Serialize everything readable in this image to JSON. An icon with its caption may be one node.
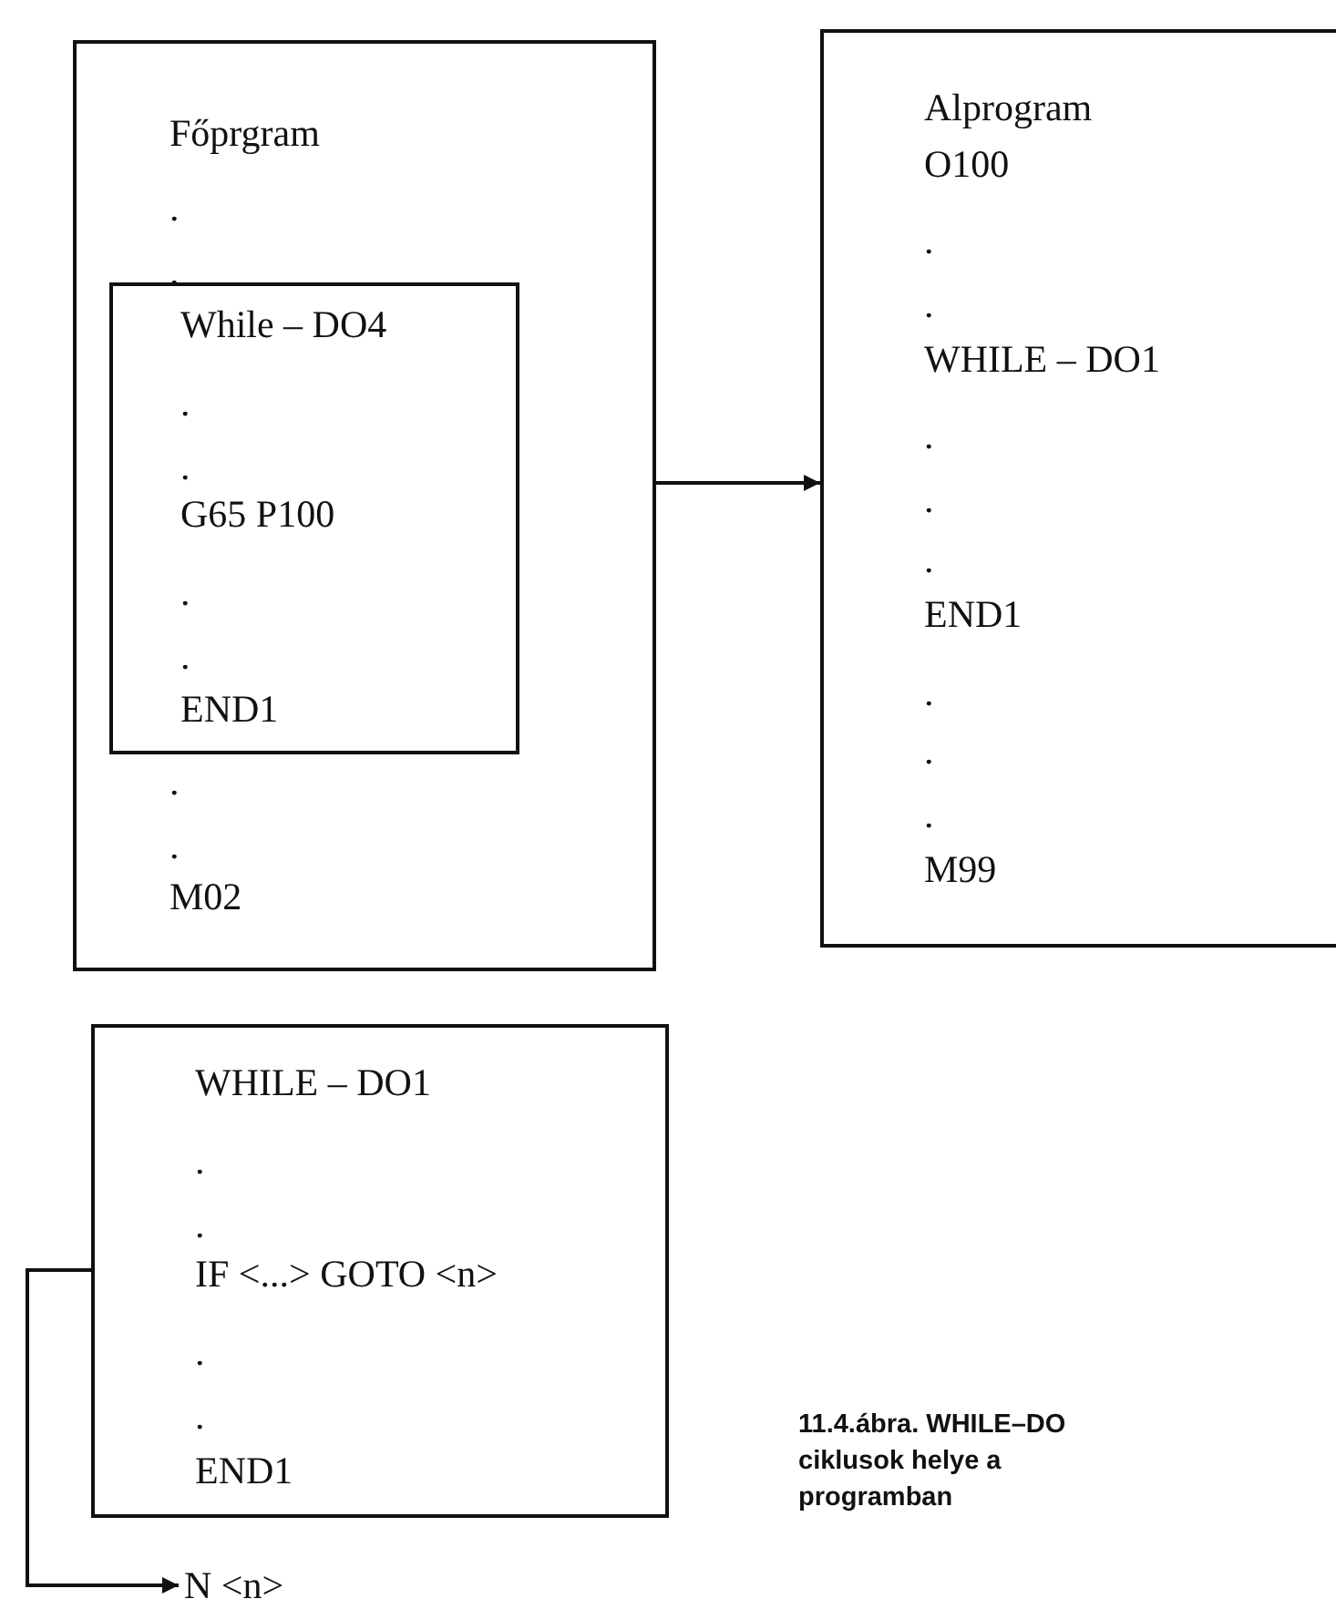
{
  "diagram": {
    "caption": "11.4.ábra. WHILE–DO ciklusok helye a programban",
    "nodes": [
      {
        "text": [
          "Főprgram",
          ".",
          ".",
          ".",
          ".",
          "M02"
        ]
      },
      {
        "text": [
          "While – DO4",
          ".",
          ".",
          "G65 P100",
          ".",
          ".",
          "END1"
        ],
        "in": 0
      },
      {
        "text": [
          "Alprogram",
          "O100",
          ".",
          ".",
          "WHILE – DO1",
          ".",
          ".",
          ".",
          "END1",
          ".",
          ".",
          ".",
          "M99"
        ]
      },
      {
        "text": [
          "WHILE – DO1",
          ".",
          ".",
          "IF <...> GOTO <n>",
          ".",
          ".",
          "END1"
        ]
      },
      {
        "text": [
          "N <n>"
        ]
      }
    ],
    "edges": [
      {
        "from": 0,
        "to": 2,
        "arrow": "to"
      },
      {
        "from": 3,
        "to": 4,
        "arrow": "to"
      }
    ]
  }
}
